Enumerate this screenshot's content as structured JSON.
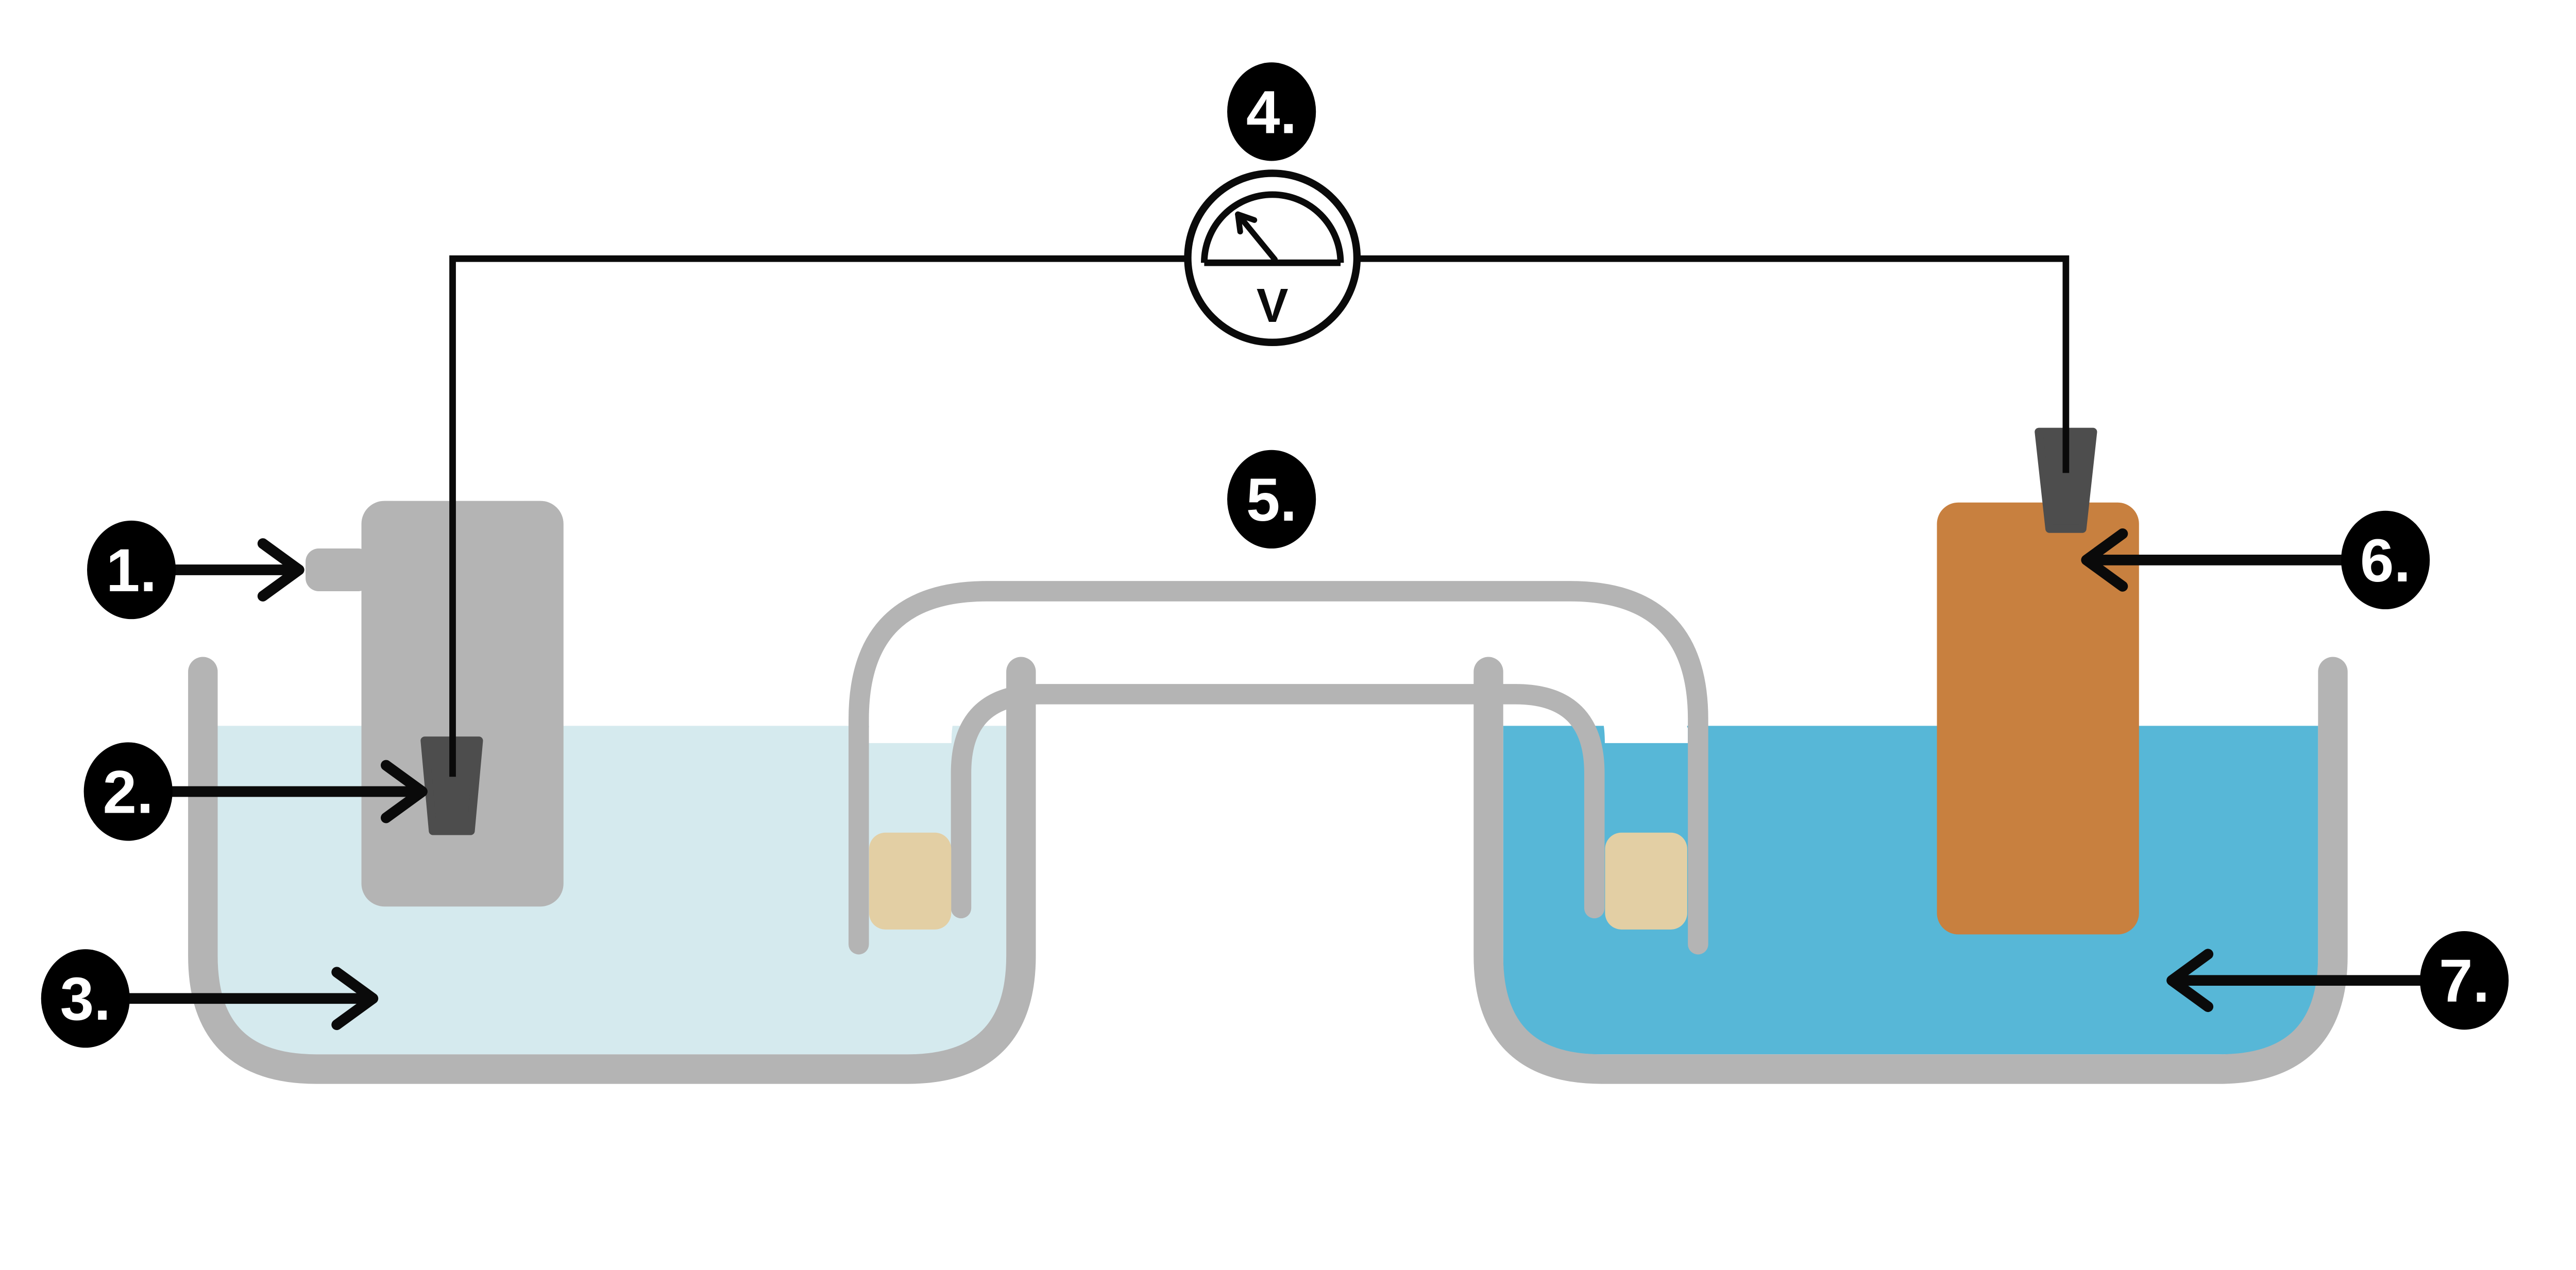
{
  "voltmeter": {
    "symbol": "V"
  },
  "callouts": [
    {
      "text": "1."
    },
    {
      "text": "2."
    },
    {
      "text": "3."
    },
    {
      "text": "4."
    },
    {
      "text": "5."
    },
    {
      "text": "6."
    },
    {
      "text": "7."
    }
  ],
  "colors": {
    "glass": "#b4b4b4",
    "solution_left": "#d5eaee",
    "solution_right": "#57b7d7",
    "copper": "#c8803f",
    "electrode_dark": "#4d4d4d",
    "plug": "#e3cfa4",
    "wire": "#0a0a0a",
    "badge_fill": "#000000",
    "badge_text": "#ffffff",
    "bore_white": "#ffffff"
  }
}
